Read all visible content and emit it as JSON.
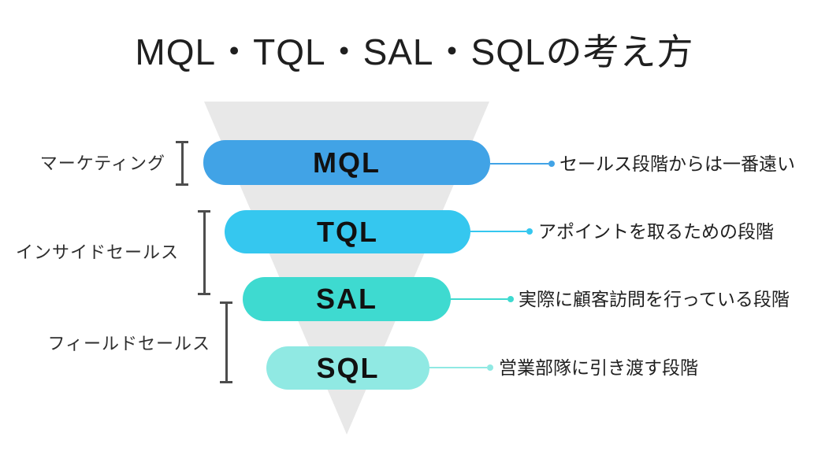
{
  "title": "MQL・TQL・SAL・SQLの考え方",
  "funnel": {
    "triangle_color": "#E8E8E8",
    "stages": [
      {
        "id": "mql",
        "label": "MQL",
        "description": "セールス段階からは一番遠い",
        "color": "#41A3E6",
        "connector_color": "#41A3E6"
      },
      {
        "id": "tql",
        "label": "TQL",
        "description": "アポイントを取るための段階",
        "color": "#35C7EF",
        "connector_color": "#35C7EF"
      },
      {
        "id": "sal",
        "label": "SAL",
        "description": "実際に顧客訪問を行っている段階",
        "color": "#3EDAD0",
        "connector_color": "#3EDAD0"
      },
      {
        "id": "sql",
        "label": "SQL",
        "description": "営業部隊に引き渡す段階",
        "color": "#90E9E3",
        "connector_color": "#90E9E3"
      }
    ]
  },
  "org_groups": [
    {
      "label": "マーケティング",
      "bracket_color": "#4D4D4D"
    },
    {
      "label": "インサイドセールス",
      "bracket_color": "#4D4D4D"
    },
    {
      "label": "フィールドセールス",
      "bracket_color": "#4D4D4D"
    }
  ],
  "text_color": "#1F1F1F"
}
